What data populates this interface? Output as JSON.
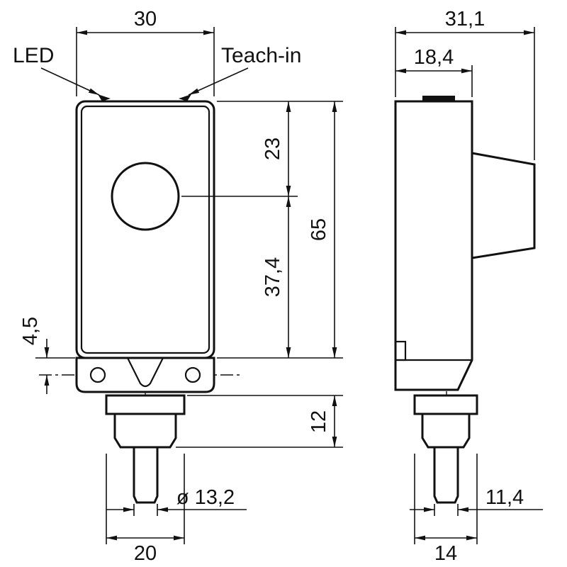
{
  "labels": {
    "led": "LED",
    "teach_in": "Teach-in"
  },
  "front_view": {
    "width_mm": "30",
    "top_to_axis_mm": "23",
    "axis_to_bottom_mm": "37,4",
    "height_mm": "65",
    "hole_offset_mm": "4,5",
    "gland_height_mm": "12",
    "cable_diameter_mm": "ø 13,2",
    "gland_width_mm": "20"
  },
  "side_view": {
    "total_depth_mm": "31,1",
    "body_depth_mm": "18,4",
    "cable_offset_mm": "11,4",
    "gland_depth_mm": "14"
  }
}
